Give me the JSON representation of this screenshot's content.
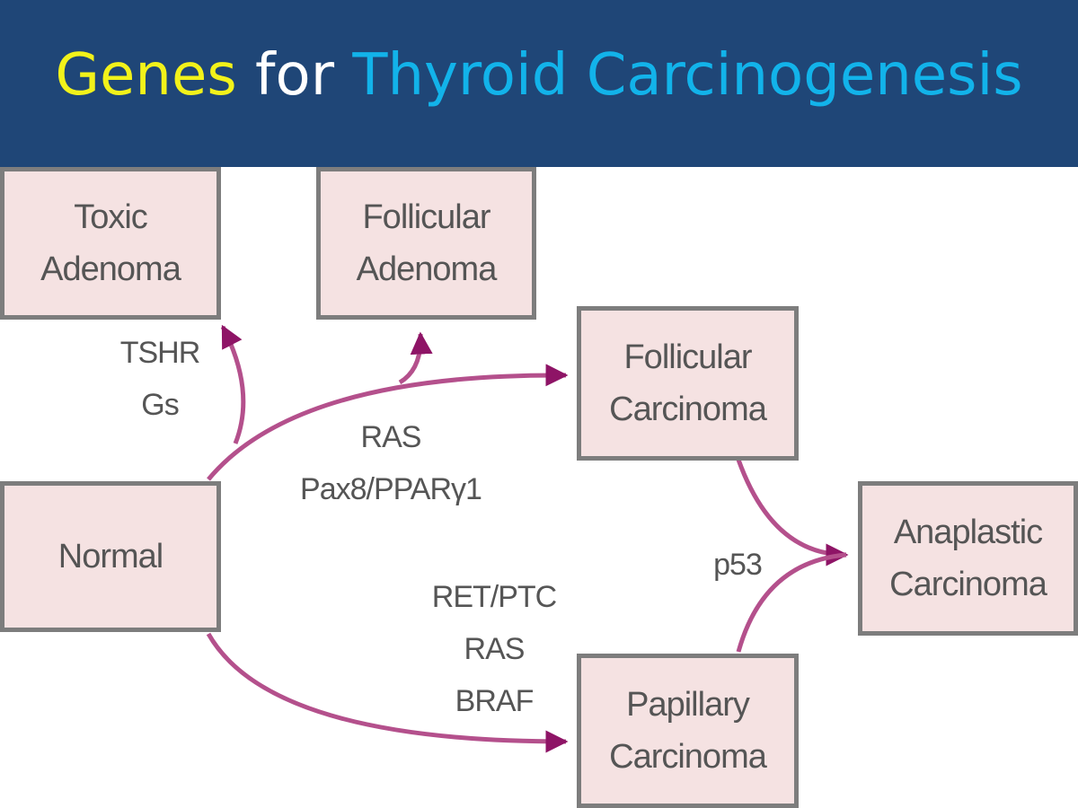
{
  "title": {
    "word1": "Genes",
    "word2": "for",
    "word3": "Thyroid Carcinogenesis"
  },
  "colors": {
    "title_bar": "#1f4677",
    "title_yellow": "#f2f21a",
    "title_white": "#ffffff",
    "title_blue": "#12b3ea",
    "box_fill": "#f5e2e2",
    "box_border": "#7d7d7d",
    "arrow": "#b4508c",
    "arrowhead": "#8e1466",
    "text": "#555555"
  },
  "boxes": {
    "toxic_adenoma": {
      "line1": "Toxic",
      "line2": "Adenoma"
    },
    "follicular_adenoma": {
      "line1": "Follicular",
      "line2": "Adenoma"
    },
    "follicular_carcinoma": {
      "line1": "Follicular",
      "line2": "Carcinoma"
    },
    "normal": {
      "line1": "Normal"
    },
    "anaplastic_carcinoma": {
      "line1": "Anaplastic",
      "line2": "Carcinoma"
    },
    "papillary_carcinoma": {
      "line1": "Papillary",
      "line2": "Carcinoma"
    }
  },
  "labels": {
    "toxic_genes": {
      "line1": "TSHR",
      "line2": "Gs"
    },
    "follicular_genes": {
      "line1": "RAS",
      "line2": "Pax8/PPARγ1"
    },
    "p53": {
      "line1": "p53"
    },
    "papillary_genes": {
      "line1": "RET/PTC",
      "line2": "RAS",
      "line3": "BRAF"
    }
  }
}
